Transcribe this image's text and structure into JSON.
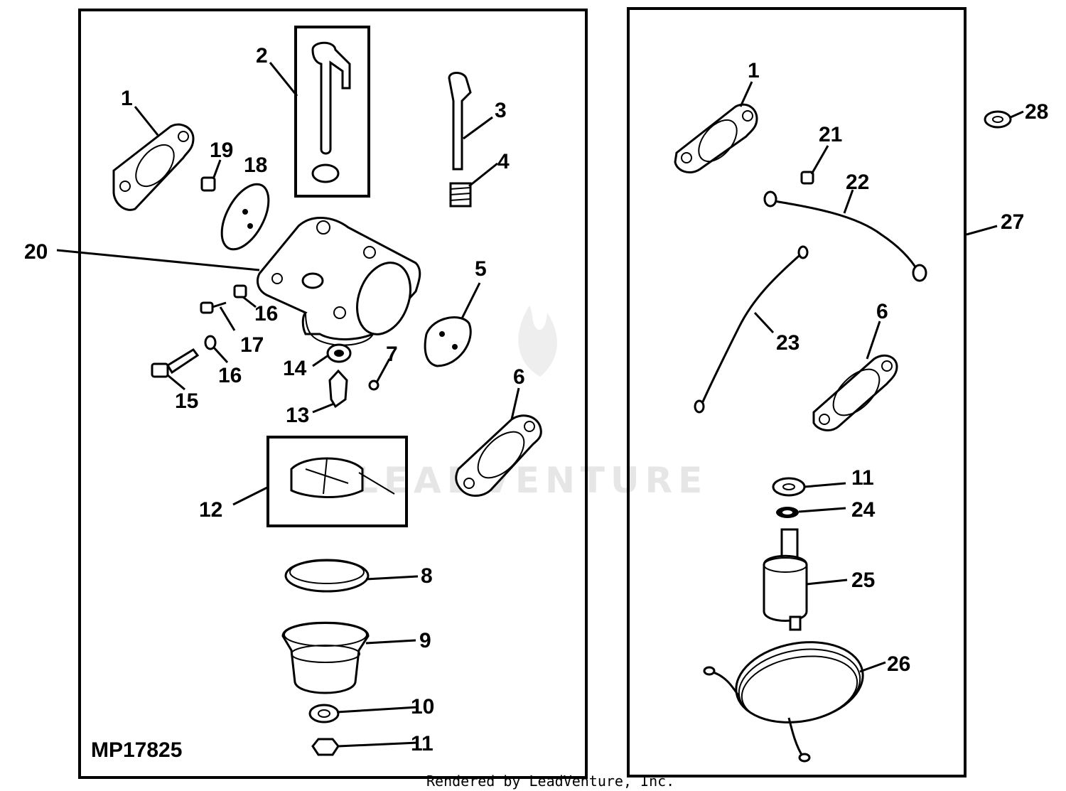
{
  "diagram": {
    "reference_code": "MP17825",
    "credit": "Rendered by LeadVenture, Inc.",
    "watermark": "LEADVENTURE",
    "left_panel_callouts": [
      "1",
      "2",
      "3",
      "4",
      "5",
      "6",
      "7",
      "8",
      "9",
      "10",
      "11",
      "12",
      "13",
      "14",
      "15",
      "16",
      "16",
      "17",
      "18",
      "19",
      "20"
    ],
    "right_panel_callouts": [
      "1",
      "6",
      "11",
      "21",
      "22",
      "23",
      "24",
      "25",
      "26",
      "27",
      "28"
    ]
  }
}
